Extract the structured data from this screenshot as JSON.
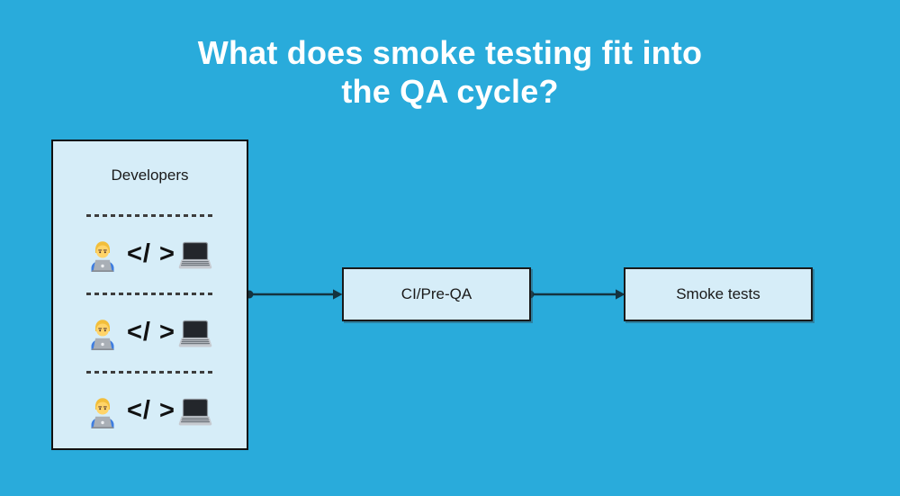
{
  "title": {
    "line1": "What does smoke testing fit into",
    "line2": "the QA cycle?"
  },
  "diagram": {
    "developers_box": {
      "label": "Developers",
      "row_icons": {
        "left": "technologist-emoji",
        "right": "laptop-emoji"
      },
      "rows": [
        {
          "code": "</ >"
        },
        {
          "code": "</ >"
        },
        {
          "code": "</ >"
        }
      ]
    },
    "ci_node": {
      "label": "CI/Pre-QA"
    },
    "smoke_node": {
      "label": "Smoke tests"
    },
    "flow_order": [
      "Developers",
      "CI/Pre-QA",
      "Smoke tests"
    ]
  },
  "colors": {
    "background": "#29ABDB",
    "node_fill": "#D6EDF8",
    "node_border": "#1A1A1A",
    "arrow": "#14333F",
    "title_text": "#FFFFFF",
    "label_text": "#1A1A1A",
    "divider": "#3D3D3D"
  }
}
